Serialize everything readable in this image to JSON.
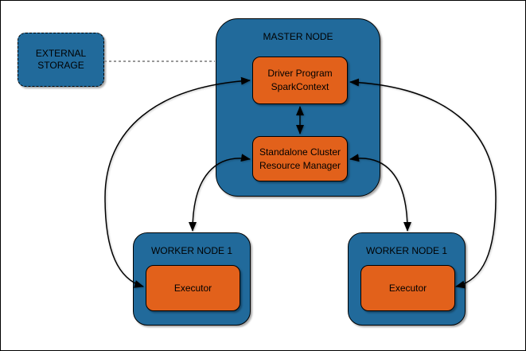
{
  "diagram": {
    "external_storage": {
      "label": "EXTERNAL STORAGE"
    },
    "master_node": {
      "label": "MASTER NODE",
      "driver": {
        "line1": "Driver Program",
        "line2": "SparkContext"
      },
      "resource_manager": {
        "line1": "Standalone Cluster",
        "line2": "Resource Manager"
      }
    },
    "worker_left": {
      "label": "WORKER NODE 1",
      "executor": "Executor"
    },
    "worker_right": {
      "label": "WORKER NODE 1",
      "executor": "Executor"
    }
  },
  "colors": {
    "node-blue": "#216A9B",
    "box-orange": "#E2611B",
    "stroke": "#000000",
    "dashed-gray": "#999999",
    "canvas-bg": "#FFFFFF"
  }
}
